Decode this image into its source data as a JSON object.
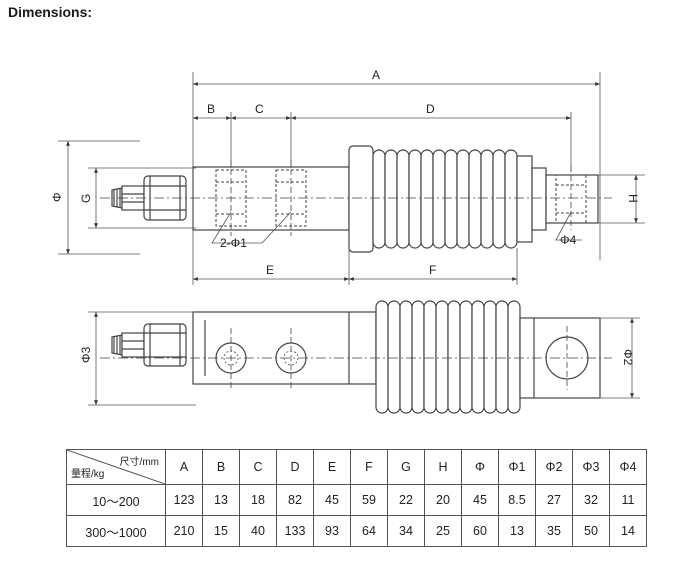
{
  "heading": "Dimensions:",
  "diagram": {
    "dims": [
      "A",
      "B",
      "C",
      "D",
      "E",
      "F",
      "G",
      "H",
      "Φ",
      "Φ2",
      "Φ3"
    ],
    "hole_label_1": "2-Φ1",
    "hole_label_4": "Φ4"
  },
  "table": {
    "header_top": "尺寸/mm",
    "header_bottom": "量程/kg",
    "columns": [
      "A",
      "B",
      "C",
      "D",
      "E",
      "F",
      "G",
      "H",
      "Φ",
      "Φ1",
      "Φ2",
      "Φ3",
      "Φ4"
    ],
    "rows": [
      {
        "range": "10～200",
        "values": [
          "123",
          "13",
          "18",
          "82",
          "45",
          "59",
          "22",
          "20",
          "45",
          "8.5",
          "27",
          "32",
          "11"
        ]
      },
      {
        "range": "300～1000",
        "values": [
          "210",
          "15",
          "40",
          "133",
          "93",
          "64",
          "34",
          "25",
          "60",
          "13",
          "35",
          "50",
          "14"
        ]
      }
    ]
  }
}
